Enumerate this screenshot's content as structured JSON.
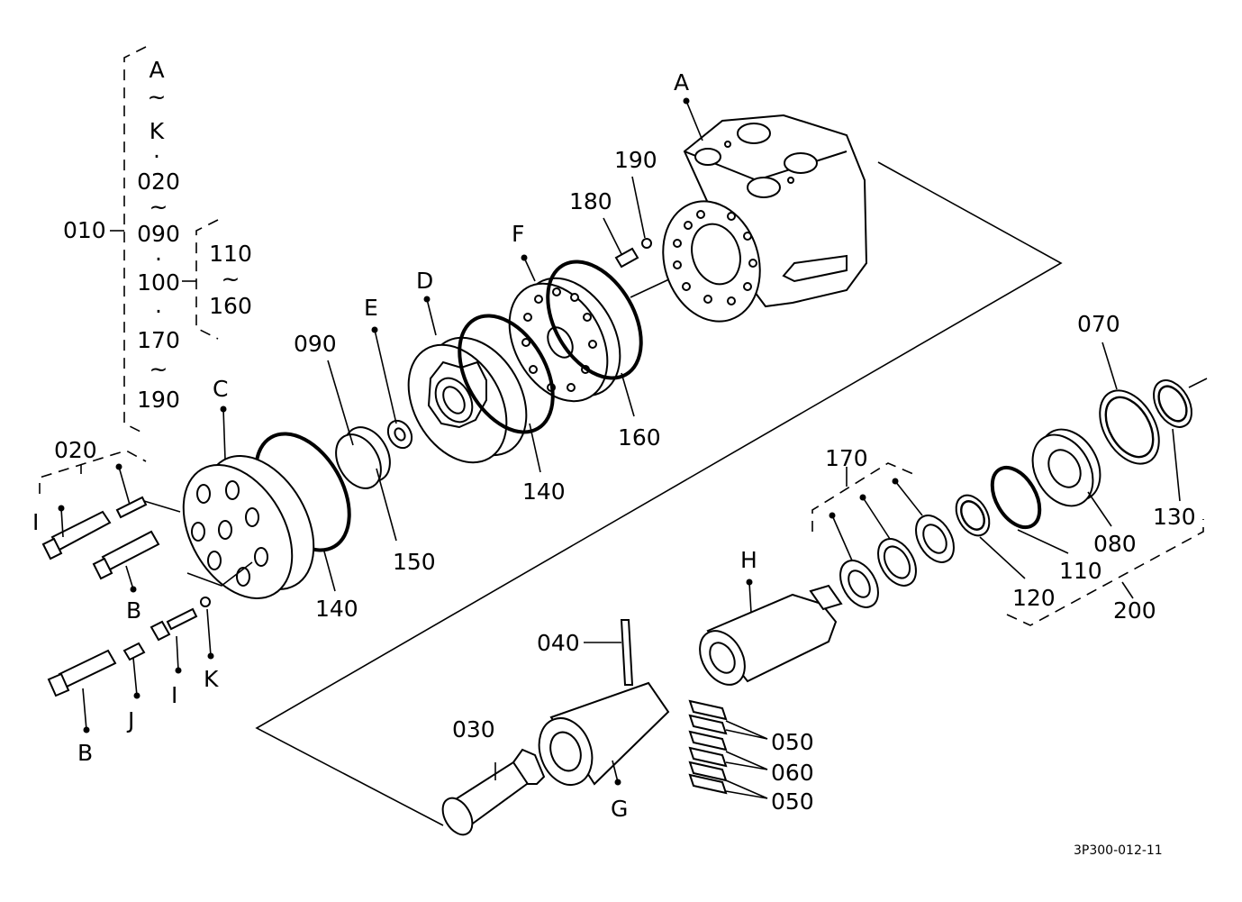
{
  "drawing_ref": "3P300-012-11",
  "labels": {
    "A": "A",
    "B": "B",
    "C": "C",
    "D": "D",
    "E": "E",
    "F": "F",
    "G": "G",
    "H": "H",
    "I": "I",
    "J": "J",
    "K": "K",
    "p010": "010",
    "p020": "020",
    "p030": "030",
    "p040": "040",
    "p050": "050",
    "p060": "060",
    "p070": "070",
    "p080": "080",
    "p090": "090",
    "p100": "100",
    "p110": "110",
    "p120": "120",
    "p130": "130",
    "p140": "140",
    "p150": "150",
    "p160": "160",
    "p170": "170",
    "p180": "180",
    "p190": "190",
    "p200": "200"
  },
  "bracket_010": [
    "A",
    "~",
    "K",
    "·",
    "020",
    "~",
    "090",
    "·",
    "100",
    "·",
    "170",
    "~",
    "190"
  ],
  "bracket_100": [
    "110",
    "~",
    "160"
  ]
}
